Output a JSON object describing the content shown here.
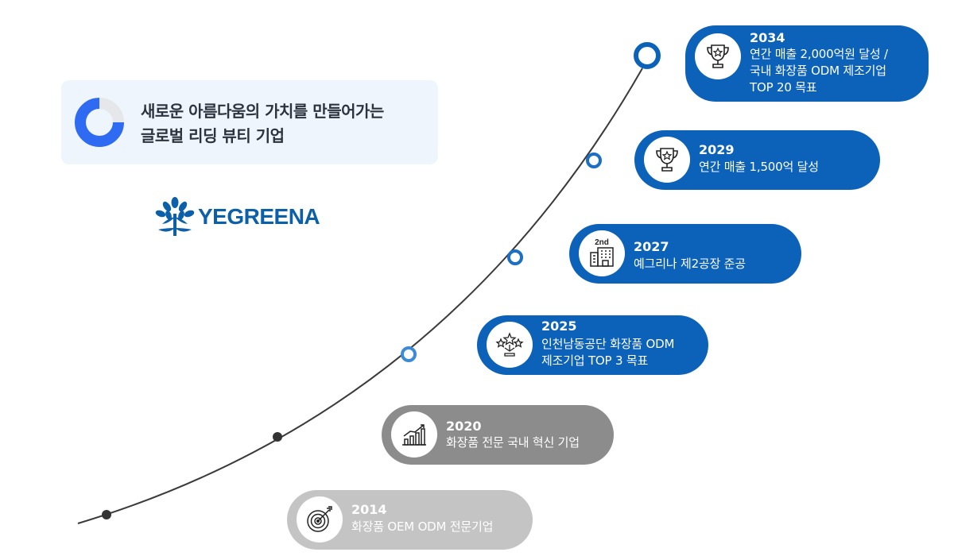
{
  "vision": {
    "line1": "새로운 아름다움의 가치를 만들어가는",
    "line2": "글로벌 리딩 뷰티 기업"
  },
  "logo": {
    "text": "YEGREENA"
  },
  "milestones": [
    {
      "year": "2034",
      "desc": "연간 매출 2,000억원 달성 /\n국내 화장품 ODM  제조기업\nTOP 20 목표",
      "icon": "trophy-icon",
      "status": "future"
    },
    {
      "year": "2029",
      "desc": "연간 매출 1,500억 달성",
      "icon": "trophy-icon",
      "status": "future"
    },
    {
      "year": "2027",
      "desc": "예그리나 제2공장 준공",
      "icon": "second-factory-icon",
      "badge": "2nd",
      "status": "future"
    },
    {
      "year": "2025",
      "desc": "인천남동공단 화장품 ODM\n제조기업 TOP 3 목표",
      "icon": "stars-award-icon",
      "status": "future"
    },
    {
      "year": "2020",
      "desc": "화장품 전문 국내 혁신 기업",
      "icon": "growth-chart-icon",
      "status": "past"
    },
    {
      "year": "2014",
      "desc": "화장품 OEM ODM 전문기업",
      "icon": "target-icon",
      "status": "past"
    }
  ],
  "colors": {
    "future": "#0b62b8",
    "past_recent": "#8c8c8c",
    "past_early": "#c4c4c4",
    "ring_blue": "#3d8ad6",
    "logo": "#0c5fa9"
  }
}
